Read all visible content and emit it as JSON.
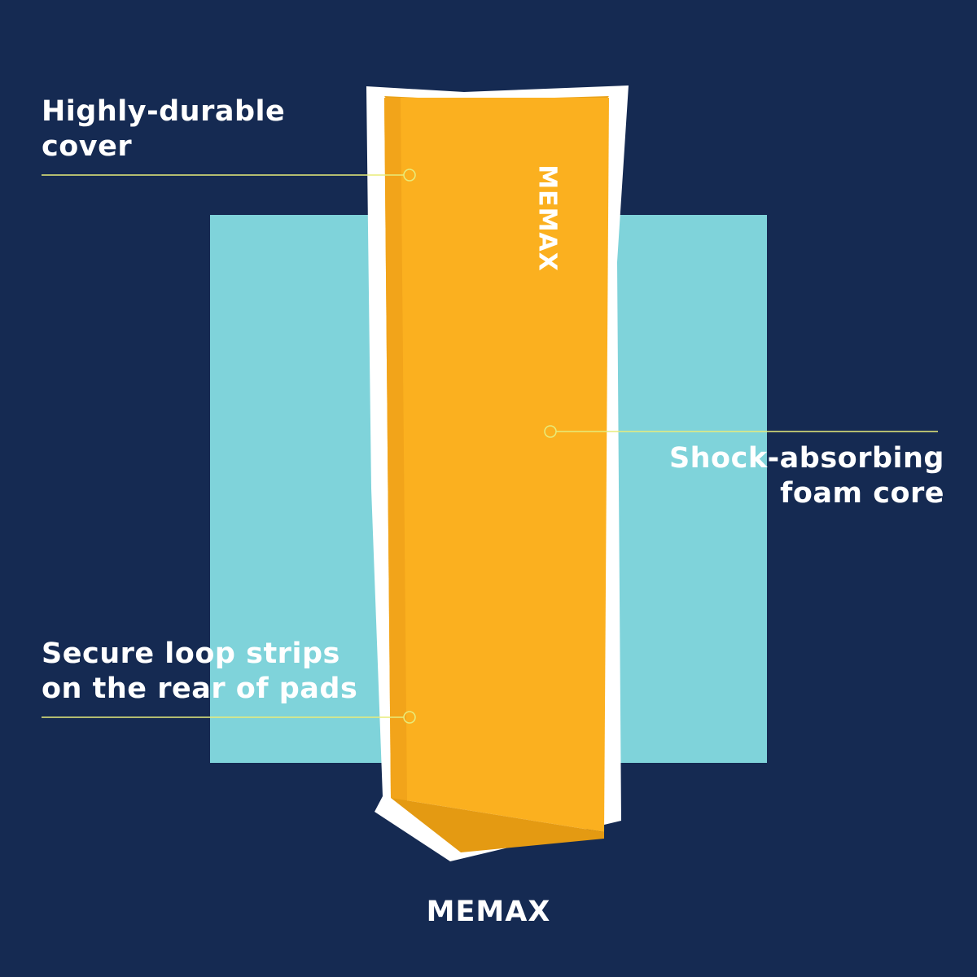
{
  "colors": {
    "background": "#152a52",
    "accent_panel": "#7fd3da",
    "pad_orange": "#fbb01f",
    "pad_side": "#e49a12",
    "leader_line": "#e8ec7a",
    "outline": "#ffffff"
  },
  "callouts": [
    {
      "lines": [
        "Highly-durable",
        "cover"
      ]
    },
    {
      "lines": [
        "Shock-absorbing",
        "foam core"
      ]
    },
    {
      "lines": [
        "Secure loop strips",
        "on the rear of pads"
      ]
    }
  ],
  "pad_logo": "MEMAX",
  "footer_logo": "MEMAX"
}
